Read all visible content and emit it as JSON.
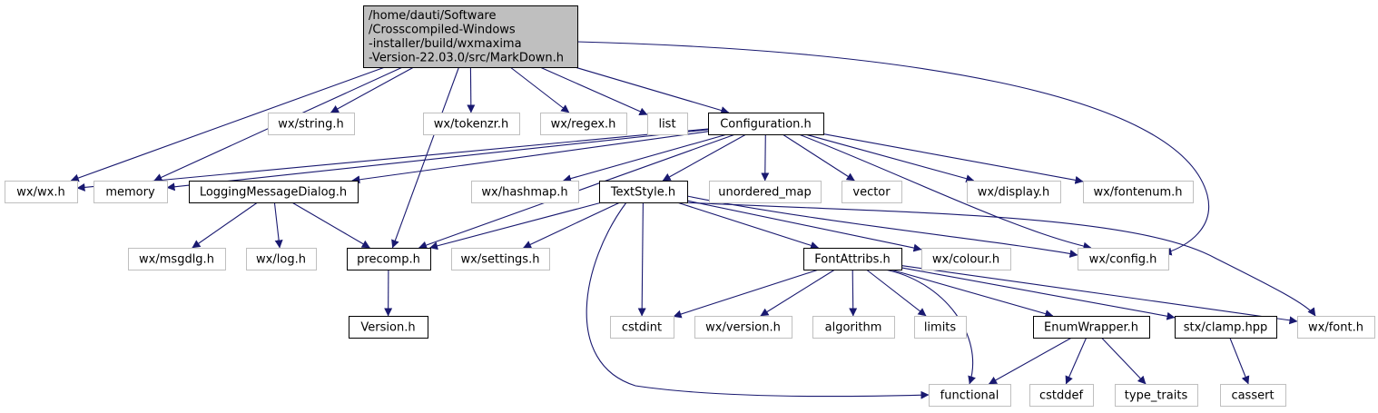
{
  "diagram": {
    "root": {
      "id": "root",
      "lines": [
        "/home/dauti/Software",
        "/Crosscompiled-Windows",
        "-installer/build/wxmaxima",
        "-Version-22.03.0/src/MarkDown.h"
      ]
    },
    "nodes": [
      {
        "id": "wx_string",
        "label": "wx/string.h",
        "style": "external"
      },
      {
        "id": "wx_tokenzr",
        "label": "wx/tokenzr.h",
        "style": "external"
      },
      {
        "id": "wx_regex",
        "label": "wx/regex.h",
        "style": "external"
      },
      {
        "id": "list",
        "label": "list",
        "style": "external"
      },
      {
        "id": "configuration",
        "label": "Configuration.h",
        "style": "project"
      },
      {
        "id": "wx_wx",
        "label": "wx/wx.h",
        "style": "external"
      },
      {
        "id": "memory",
        "label": "memory",
        "style": "external"
      },
      {
        "id": "logging",
        "label": "LoggingMessageDialog.h",
        "style": "project"
      },
      {
        "id": "wx_hashmap",
        "label": "wx/hashmap.h",
        "style": "external"
      },
      {
        "id": "textstyle",
        "label": "TextStyle.h",
        "style": "project"
      },
      {
        "id": "unordered_map",
        "label": "unordered_map",
        "style": "external"
      },
      {
        "id": "vector",
        "label": "vector",
        "style": "external"
      },
      {
        "id": "wx_display",
        "label": "wx/display.h",
        "style": "external"
      },
      {
        "id": "wx_fontenum",
        "label": "wx/fontenum.h",
        "style": "external"
      },
      {
        "id": "wx_msgdlg",
        "label": "wx/msgdlg.h",
        "style": "external"
      },
      {
        "id": "wx_log",
        "label": "wx/log.h",
        "style": "external"
      },
      {
        "id": "precomp",
        "label": "precomp.h",
        "style": "project"
      },
      {
        "id": "wx_settings",
        "label": "wx/settings.h",
        "style": "external"
      },
      {
        "id": "fontattribs",
        "label": "FontAttribs.h",
        "style": "project"
      },
      {
        "id": "wx_colour",
        "label": "wx/colour.h",
        "style": "external"
      },
      {
        "id": "wx_config",
        "label": "wx/config.h",
        "style": "external"
      },
      {
        "id": "version",
        "label": "Version.h",
        "style": "project"
      },
      {
        "id": "cstdint",
        "label": "cstdint",
        "style": "external"
      },
      {
        "id": "wx_version",
        "label": "wx/version.h",
        "style": "external"
      },
      {
        "id": "algorithm",
        "label": "algorithm",
        "style": "external"
      },
      {
        "id": "limits",
        "label": "limits",
        "style": "external"
      },
      {
        "id": "enumwrapper",
        "label": "EnumWrapper.h",
        "style": "project"
      },
      {
        "id": "stx_clamp",
        "label": "stx/clamp.hpp",
        "style": "project"
      },
      {
        "id": "wx_font",
        "label": "wx/font.h",
        "style": "external"
      },
      {
        "id": "functional",
        "label": "functional",
        "style": "external"
      },
      {
        "id": "cstddef",
        "label": "cstddef",
        "style": "external"
      },
      {
        "id": "type_traits",
        "label": "type_traits",
        "style": "external"
      },
      {
        "id": "cassert",
        "label": "cassert",
        "style": "external"
      }
    ],
    "edges": [
      [
        "root",
        "wx_string"
      ],
      [
        "root",
        "wx_tokenzr"
      ],
      [
        "root",
        "wx_regex"
      ],
      [
        "root",
        "list"
      ],
      [
        "root",
        "configuration"
      ],
      [
        "root",
        "wx_wx"
      ],
      [
        "root",
        "memory"
      ],
      [
        "root",
        "precomp"
      ],
      [
        "root",
        "wx_config"
      ],
      [
        "configuration",
        "wx_wx"
      ],
      [
        "configuration",
        "memory"
      ],
      [
        "configuration",
        "logging"
      ],
      [
        "configuration",
        "wx_hashmap"
      ],
      [
        "configuration",
        "textstyle"
      ],
      [
        "configuration",
        "unordered_map"
      ],
      [
        "configuration",
        "vector"
      ],
      [
        "configuration",
        "wx_display"
      ],
      [
        "configuration",
        "wx_fontenum"
      ],
      [
        "configuration",
        "precomp"
      ],
      [
        "configuration",
        "wx_config"
      ],
      [
        "logging",
        "wx_msgdlg"
      ],
      [
        "logging",
        "wx_log"
      ],
      [
        "logging",
        "precomp"
      ],
      [
        "precomp",
        "version"
      ],
      [
        "textstyle",
        "precomp"
      ],
      [
        "textstyle",
        "wx_settings"
      ],
      [
        "textstyle",
        "fontattribs"
      ],
      [
        "textstyle",
        "wx_colour"
      ],
      [
        "textstyle",
        "wx_config"
      ],
      [
        "textstyle",
        "cstdint"
      ],
      [
        "textstyle",
        "functional"
      ],
      [
        "textstyle",
        "wx_font"
      ],
      [
        "fontattribs",
        "cstdint"
      ],
      [
        "fontattribs",
        "wx_version"
      ],
      [
        "fontattribs",
        "algorithm"
      ],
      [
        "fontattribs",
        "limits"
      ],
      [
        "fontattribs",
        "enumwrapper"
      ],
      [
        "fontattribs",
        "stx_clamp"
      ],
      [
        "fontattribs",
        "wx_font"
      ],
      [
        "fontattribs",
        "functional"
      ],
      [
        "enumwrapper",
        "functional"
      ],
      [
        "enumwrapper",
        "cstddef"
      ],
      [
        "enumwrapper",
        "type_traits"
      ],
      [
        "stx_clamp",
        "cassert"
      ]
    ],
    "colors": {
      "edge": "#191970",
      "project_border": "#000000",
      "external_border": "#bfbfbf",
      "root_fill": "#bfbfbf",
      "node_fill": "#ffffff"
    }
  }
}
